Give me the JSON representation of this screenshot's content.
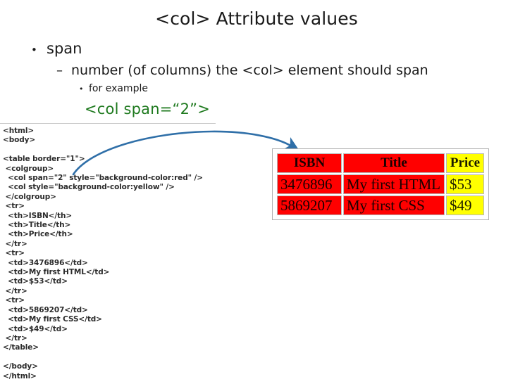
{
  "slide": {
    "title": "<col> Attribute values"
  },
  "outline": [
    {
      "level": 1,
      "marker": "•",
      "text": "span"
    },
    {
      "level": 2,
      "marker": "–",
      "text": "number (of columns) the <col> element should span"
    },
    {
      "level": 3,
      "marker": "•",
      "text": "for example"
    }
  ],
  "example_code": {
    "text": "<col span=“2”>",
    "color": "#1f7a1f"
  },
  "code_listing": {
    "lines": [
      "<html>",
      "<body>",
      "",
      "<table border=\"1\">",
      " <colgroup>",
      "  <col span=\"2\" style=\"background-color:red\" />",
      "  <col style=\"background-color:yellow\" />",
      " </colgroup>",
      " <tr>",
      "  <th>ISBN</th>",
      "  <th>Title</th>",
      "  <th>Price</th>",
      " </tr>",
      " <tr>",
      "  <td>3476896</td>",
      "  <td>My first HTML</td>",
      "  <td>$53</td>",
      " </tr>",
      " <tr>",
      "  <td>5869207</td>",
      "  <td>My first CSS</td>",
      "  <td>$49</td>",
      " </tr>",
      "</table>",
      "",
      "</body>",
      "</html>"
    ]
  },
  "arrow": {
    "color": "#2f6fa8",
    "name": "curved-arrow-code-to-table"
  },
  "rendered_table": {
    "headers": [
      "ISBN",
      "Title",
      "Price"
    ],
    "header_colors": [
      "#ff0000",
      "#ff0000",
      "#ffff00"
    ],
    "rows": [
      {
        "cells": [
          "3476896",
          "My first HTML",
          "$53"
        ],
        "colors": [
          "#ff0000",
          "#ff0000",
          "#ffff00"
        ]
      },
      {
        "cells": [
          "5869207",
          "My first CSS",
          "$49"
        ],
        "colors": [
          "#ff0000",
          "#ff0000",
          "#ffff00"
        ]
      }
    ]
  }
}
